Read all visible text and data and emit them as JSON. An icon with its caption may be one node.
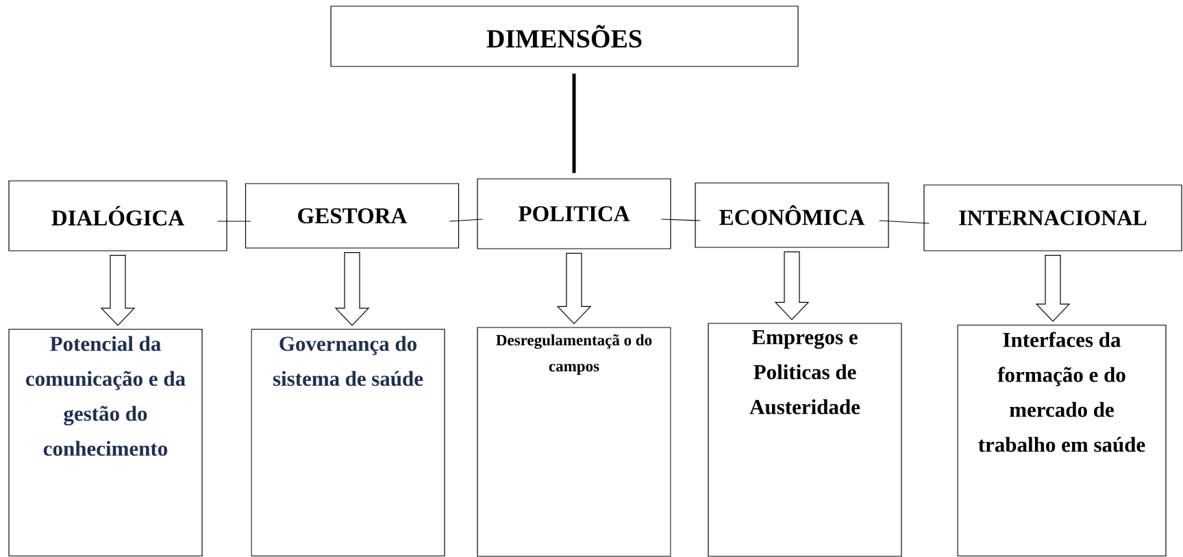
{
  "diagram": {
    "nodes": [
      {
        "text": [
          "DIMENSÕES"
        ]
      },
      {
        "text": [
          "DIALÓGICA"
        ]
      },
      {
        "text": [
          "GESTORA"
        ]
      },
      {
        "text": [
          "POLITICA"
        ]
      },
      {
        "text": [
          "ECONÔMICA"
        ]
      },
      {
        "text": [
          "INTERNACIONAL"
        ]
      },
      {
        "text": [
          "Potencial da comunicação e da gestão do conhecimento"
        ]
      },
      {
        "text": [
          "Governança do sistema de saúde"
        ]
      },
      {
        "text": [
          "Desregulamentaçã o do campos"
        ]
      },
      {
        "text": [
          "Empregos e Politicas de Austeridade"
        ]
      },
      {
        "text": [
          "Interfaces da formação e do mercado de trabalho em saúde"
        ]
      }
    ],
    "edges": [
      {
        "from": 0,
        "to": 3,
        "arrow": "none",
        "style": "thick"
      },
      {
        "from": 1,
        "to": 2,
        "arrow": "none"
      },
      {
        "from": 2,
        "to": 3,
        "arrow": "none"
      },
      {
        "from": 3,
        "to": 4,
        "arrow": "none"
      },
      {
        "from": 4,
        "to": 5,
        "arrow": "none"
      },
      {
        "from": 1,
        "to": 6,
        "arrow": "to"
      },
      {
        "from": 2,
        "to": 7,
        "arrow": "to"
      },
      {
        "from": 3,
        "to": 8,
        "arrow": "to"
      },
      {
        "from": 4,
        "to": 9,
        "arrow": "to"
      },
      {
        "from": 5,
        "to": 10,
        "arrow": "to"
      }
    ]
  }
}
